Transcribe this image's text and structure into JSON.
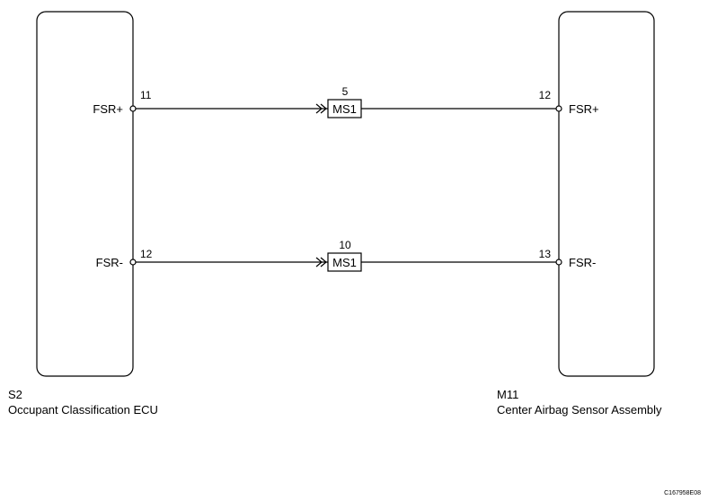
{
  "left_component": {
    "code": "S2",
    "name": "Occupant Classification ECU",
    "pins": [
      {
        "signal": "FSR+",
        "number": "11"
      },
      {
        "signal": "FSR-",
        "number": "12"
      }
    ]
  },
  "right_component": {
    "code": "M11",
    "name": "Center Airbag Sensor Assembly",
    "pins": [
      {
        "signal": "FSR+",
        "number": "12"
      },
      {
        "signal": "FSR-",
        "number": "13"
      }
    ]
  },
  "junction_connectors": [
    {
      "label": "MS1",
      "pin": "5"
    },
    {
      "label": "MS1",
      "pin": "10"
    }
  ],
  "figure_id": "C167958E08"
}
